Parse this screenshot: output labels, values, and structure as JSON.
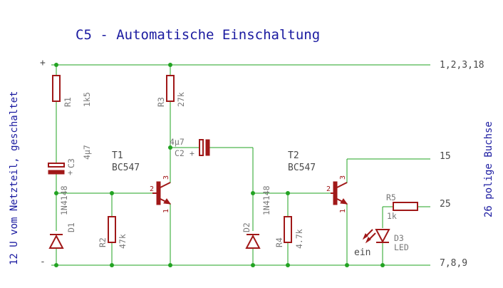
{
  "title": "C5 - Automatische Einschaltung",
  "left_side_label": "12 U vom Netzteil, geschaltet",
  "right_side_label": "26 polige Buchse",
  "rails": {
    "plus": "+",
    "minus": "-"
  },
  "pins": {
    "top": "1,2,3,18",
    "mid1": "15",
    "mid2": "25",
    "bottom": "7,8,9"
  },
  "components": {
    "R1": {
      "name": "R1",
      "value": "1k5"
    },
    "R2": {
      "name": "R2",
      "value": "47k"
    },
    "R3": {
      "name": "R3",
      "value": "27k"
    },
    "R4": {
      "name": "R4",
      "value": "4.7k"
    },
    "R5": {
      "name": "R5",
      "value": "1k"
    },
    "C2": {
      "name": "C2",
      "value": "4µ7",
      "polarity": "+"
    },
    "C3": {
      "name": "C3",
      "value": "4µ7",
      "polarity": "+"
    },
    "D1": {
      "name": "D1",
      "value": "1N4148"
    },
    "D2": {
      "name": "D2",
      "value": "1N4148"
    },
    "D3": {
      "name": "D3",
      "value": "LED",
      "annotation": "ein"
    },
    "T1": {
      "name": "T1",
      "value": "BC547",
      "pin_b": "2",
      "pin_c": "3",
      "pin_e": "1"
    },
    "T2": {
      "name": "T2",
      "value": "BC547",
      "pin_b": "2",
      "pin_c": "3",
      "pin_e": "1"
    }
  }
}
